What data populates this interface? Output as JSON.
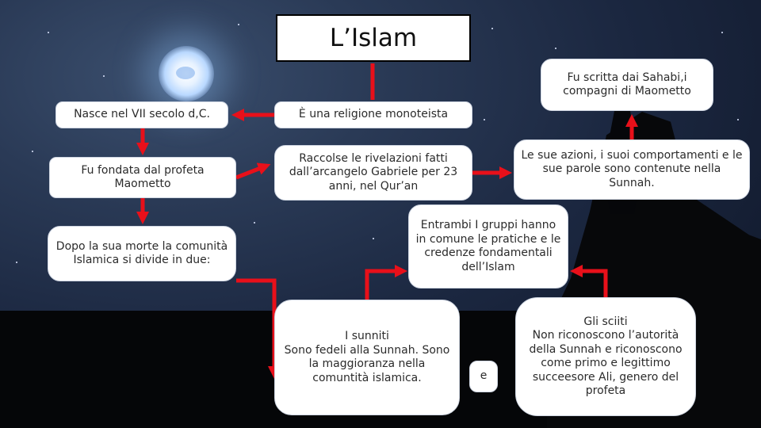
{
  "title": "L’Islam",
  "nodes": {
    "sahabi": "Fu scritta dai Sahabi,i compagni di Maometto",
    "nasce": "Nasce nel VII secolo d,C.",
    "religione": "È una religione monoteista",
    "fondata": "Fu fondata dal profeta Maometto",
    "rivelazioni": "Raccolse le rivelazioni fatti dall’arcangelo Gabriele per 23 anni, nel Qur’an",
    "sunnah": "Le sue azioni, i suoi comportamenti e le sue parole sono contenute nella Sunnah.",
    "comune": "Entrambi I gruppi hanno in comune le pratiche e le credenze fondamentali dell’Islam",
    "morte": "Dopo la sua morte la comunità Islamica si divide in due:",
    "sunniti": "I sunniti\nSono fedeli alla Sunnah. Sono la maggioranza nella comuntità islamica.",
    "sciiti": "Gli sciiti\nNon riconoscono l’autorità della Sunnah e riconoscono come primo e legittimo succeesore Ali, genero del profeta",
    "e": "e"
  },
  "colors": {
    "arrow": "#e8101a",
    "box": "#ffffff",
    "title_border": "#000000"
  }
}
